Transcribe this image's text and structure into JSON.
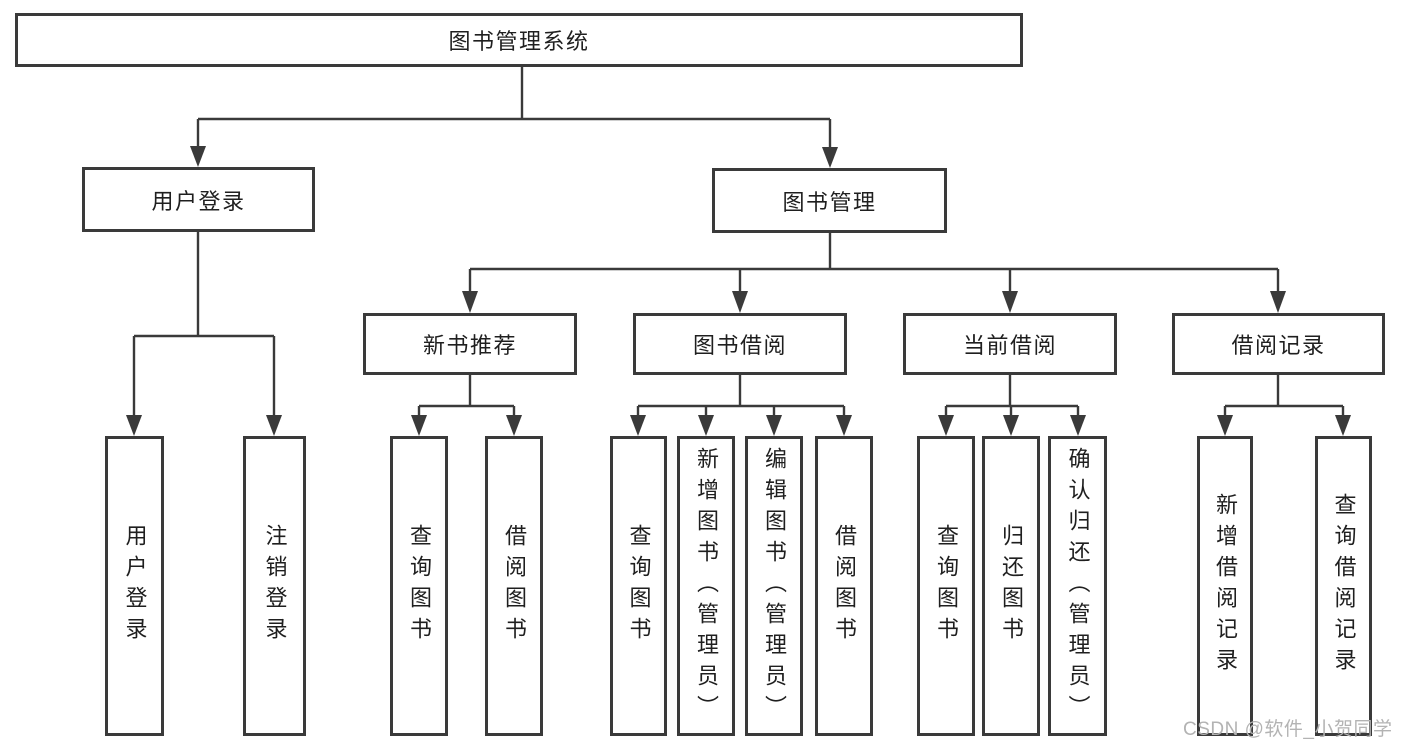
{
  "tree": {
    "root": {
      "label": "图书管理系统"
    },
    "children": [
      {
        "label": "用户登录",
        "children": [
          {
            "label": "用户登录"
          },
          {
            "label": "注销登录"
          }
        ]
      },
      {
        "label": "图书管理",
        "children": [
          {
            "label": "新书推荐",
            "children": [
              {
                "label": "查询图书"
              },
              {
                "label": "借阅图书"
              }
            ]
          },
          {
            "label": "图书借阅",
            "children": [
              {
                "label": "查询图书"
              },
              {
                "label": "新增图书（管理员）"
              },
              {
                "label": "编辑图书（管理员）"
              },
              {
                "label": "借阅图书"
              }
            ]
          },
          {
            "label": "当前借阅",
            "children": [
              {
                "label": "查询图书"
              },
              {
                "label": "归还图书"
              },
              {
                "label": "确认归还（管理员）"
              }
            ]
          },
          {
            "label": "借阅记录",
            "children": [
              {
                "label": "新增借阅记录"
              },
              {
                "label": "查询借阅记录"
              }
            ]
          }
        ]
      }
    ]
  },
  "watermark": {
    "text": "CSDN @软件_小贺同学"
  },
  "colors": {
    "line": "#3a3a3a",
    "border": "#333333",
    "text": "#1f1f1f",
    "watermark": "#b3b3b3",
    "background": "#ffffff"
  }
}
